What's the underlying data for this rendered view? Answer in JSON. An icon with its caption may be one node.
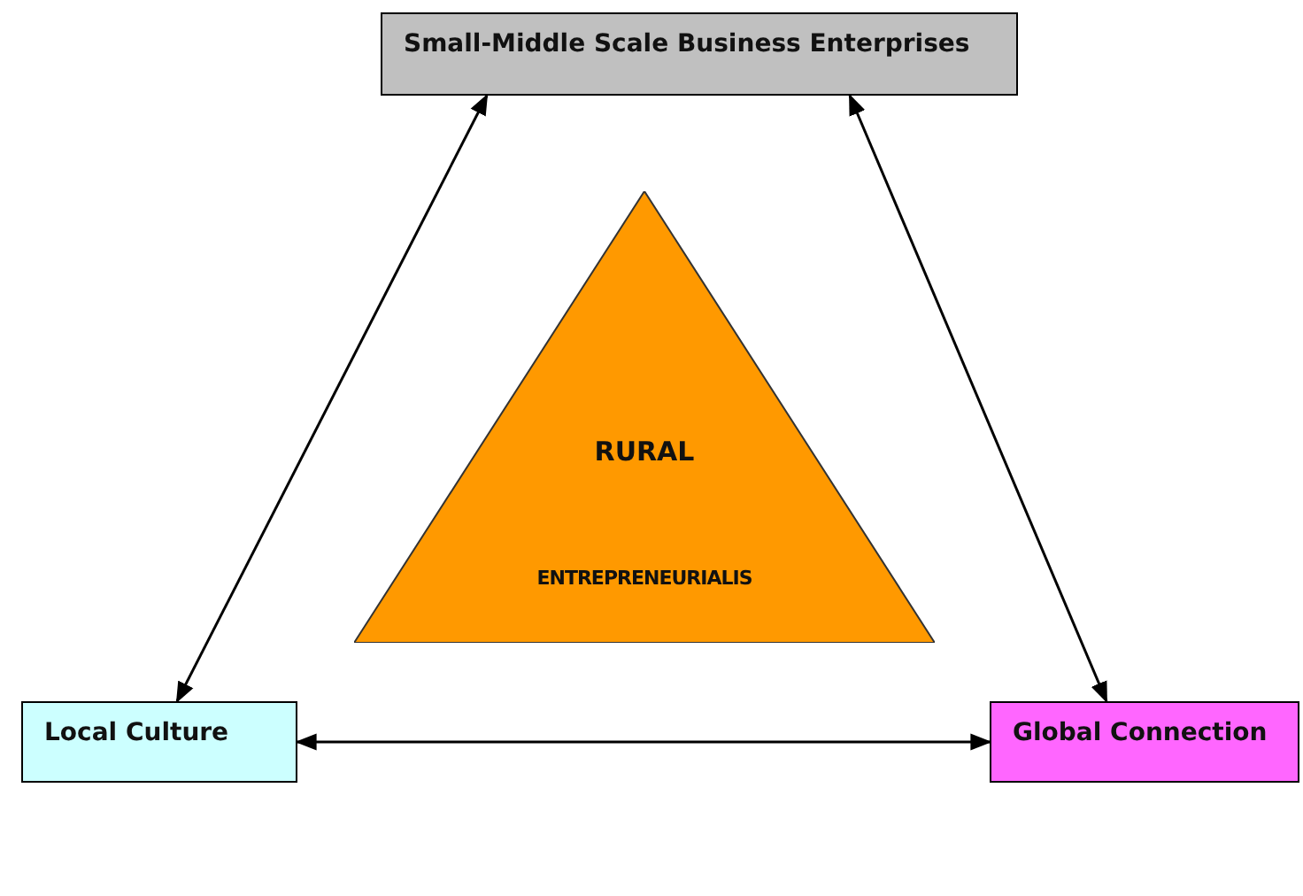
{
  "diagram": {
    "nodes": [
      {
        "text": [
          "Small-Middle Scale Business Enterprises"
        ]
      },
      {
        "text": [
          "RURAL",
          "ENTREPRENEURIALIS"
        ]
      },
      {
        "text": [
          "Local Culture"
        ]
      },
      {
        "text": [
          "Global Connection"
        ]
      }
    ],
    "edges": [
      {
        "from": 0,
        "to": 2,
        "arrow": "both"
      },
      {
        "from": 0,
        "to": 3,
        "arrow": "both"
      },
      {
        "from": 2,
        "to": 3,
        "arrow": "both"
      }
    ]
  }
}
